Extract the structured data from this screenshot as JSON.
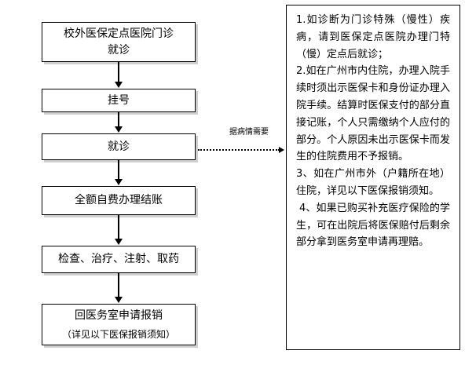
{
  "flow": {
    "step1": {
      "line1": "校外医保定点医院门诊",
      "line2": "就诊"
    },
    "step2": {
      "label": "挂号"
    },
    "step3": {
      "label": "就诊"
    },
    "step4": {
      "label": "全额自费办理结账"
    },
    "step5": {
      "label": "检查、治疗、注射、取药"
    },
    "step6": {
      "label": "回医务室申请报销",
      "sub": "（详见以下医保报销须知）"
    }
  },
  "connector": {
    "label": "据病情需要"
  },
  "note": {
    "paragraphs": [
      "1.如诊断为门诊特殊（慢性）疾病，请到医保定点医院办理门特（慢）定点后就诊；",
      "2.如在广州市内住院，办理入院手续时须出示医保卡和身份证办理入院手续。结算时医保支付的部分直接记账，个人只需缴纳个人应付的部分。个人原因未出示医保卡而发生的住院费用不予报销。",
      "3、如在广州市外（户籍所在地）住院，详见以下医保报销须知。",
      "4、如果已购买补充医疗保险的学生，可在出院后将医保赔付后剩余部分拿到医务室申请再理赔。"
    ]
  }
}
